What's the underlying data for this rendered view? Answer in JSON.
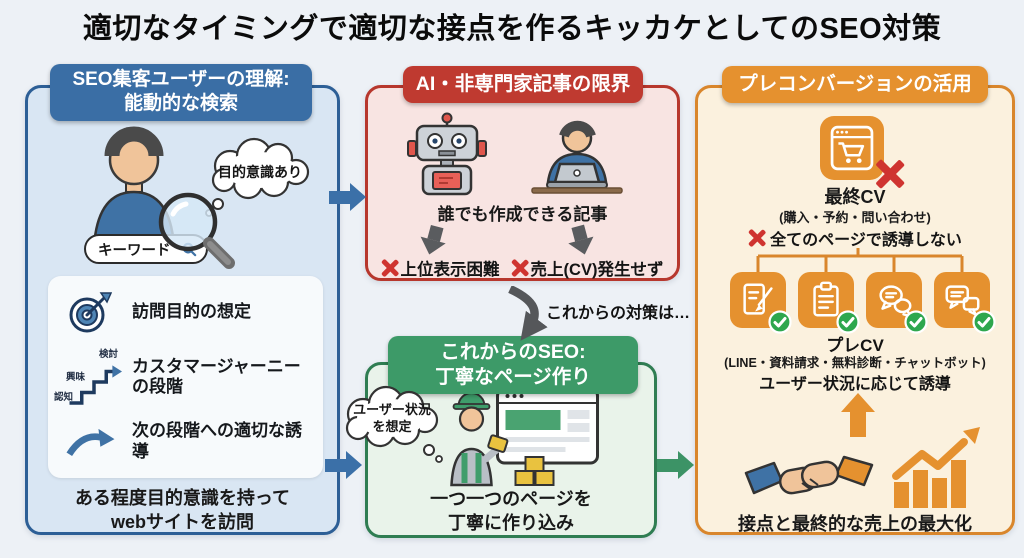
{
  "title": "適切なタイミングで適切な接点を作るキッカケとしてのSEO対策",
  "colors": {
    "background": "#edf1f6",
    "blue_accent": "#3a6ea5",
    "red_accent": "#bf3a30",
    "green_accent": "#3d9a68",
    "orange_accent": "#e5912f",
    "x_red": "#cf3430",
    "check_green": "#2ea74e"
  },
  "left_panel": {
    "header_line1": "SEO集客ユーザーの理解:",
    "header_line2": "能動的な検索",
    "thought_bubble": "目的意識あり",
    "search_keyword": "キーワード",
    "items": [
      {
        "label": "訪問目的の想定"
      },
      {
        "label": "カスタマージャーニーの段階",
        "stairs": [
          "認知",
          "興味",
          "検討"
        ]
      },
      {
        "label": "次の段階への適切な誘導"
      }
    ],
    "footer_line1": "ある程度目的意識を持って",
    "footer_line2": "webサイトを訪問"
  },
  "ai_panel": {
    "header": "AI・非専門家記事の限界",
    "caption": "誰でも作成できる記事",
    "fail_left": "上位表示困難",
    "fail_right": "売上(CV)発生せず"
  },
  "transition_label": "これからの対策は…",
  "seo_panel": {
    "header_line1": "これからのSEO:",
    "header_line2": "丁寧なページ作り",
    "thought_line1": "ユーザー状況",
    "thought_line2": "を想定",
    "caption_line1": "一つ一つのページを",
    "caption_line2": "丁寧に作り込み"
  },
  "precv_panel": {
    "header": "プレコンバージョンの活用",
    "final_cv_title": "最終CV",
    "final_cv_sub": "(購入・予約・問い合わせ)",
    "final_cv_note": "全てのページで誘導しない",
    "pre_cv_title": "プレCV",
    "pre_cv_sub": "(LINE・資料請求・無料診断・チャットボット)",
    "pre_cv_note": "ユーザー状況に応じて誘導",
    "footer": "接点と最終的な売上の最大化"
  }
}
